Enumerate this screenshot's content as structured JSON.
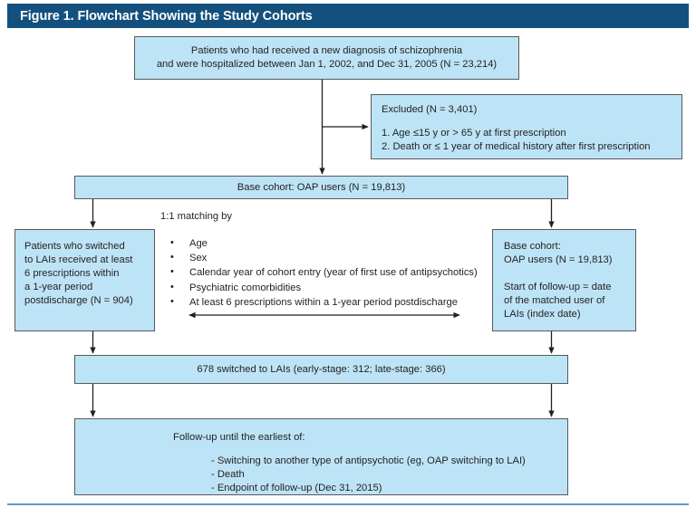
{
  "figure": {
    "title": "Figure 1. Flowchart Showing the Study Cohorts",
    "title_bar_color": "#13507e",
    "box_fill_color": "#bde4f6",
    "box_border_color": "#58595b",
    "rule_color": "#5a9ec4"
  },
  "boxes": {
    "top_cohort": {
      "name": "source-population-box",
      "line1": "Patients who had received a new diagnosis of schizophrenia",
      "line2": "and were hospitalized between Jan 1, 2002, and Dec 31, 2005 (N = 23,214)"
    },
    "excluded": {
      "name": "excluded-box",
      "title": "Excluded (N = 3,401)",
      "items": [
        "1. Age ≤15 y or > 65 y at first prescription",
        "2. Death or ≤ 1 year of medical history after first prescription"
      ]
    },
    "base_cohort": {
      "name": "base-cohort-box",
      "label": "Base cohort: OAP users (N = 19,813)"
    },
    "left_cohort": {
      "name": "lai-switchers-box",
      "lines": [
        "Patients who switched",
        "to LAIs received at least",
        "6 prescriptions within",
        "a 1-year period",
        "postdischarge (N = 904)"
      ]
    },
    "right_cohort": {
      "name": "matched-oap-box",
      "lines_block1": [
        "Base cohort:",
        "OAP users (N = 19,813)"
      ],
      "lines_block2": [
        "Start of follow-up = date",
        "of the matched user of",
        "LAIs (index date)"
      ]
    },
    "switched": {
      "name": "matched-switchers-box",
      "label": "678 switched to LAIs (early-stage: 312; late-stage: 366)"
    },
    "followup": {
      "name": "follow-up-box",
      "title": "Follow-up until the earliest of:",
      "items": [
        "- Switching to another type of antipsychotic (eg, OAP switching to LAI)",
        "- Death",
        "- Endpoint of follow-up (Dec 31, 2015)"
      ]
    }
  },
  "matching": {
    "label": "1:1 matching by",
    "criteria": [
      "Age",
      "Sex",
      "Calendar year of cohort entry (year of first use of antipsychotics)",
      "Psychiatric comorbidities",
      "At least 6 prescriptions within a 1-year period postdischarge"
    ]
  }
}
